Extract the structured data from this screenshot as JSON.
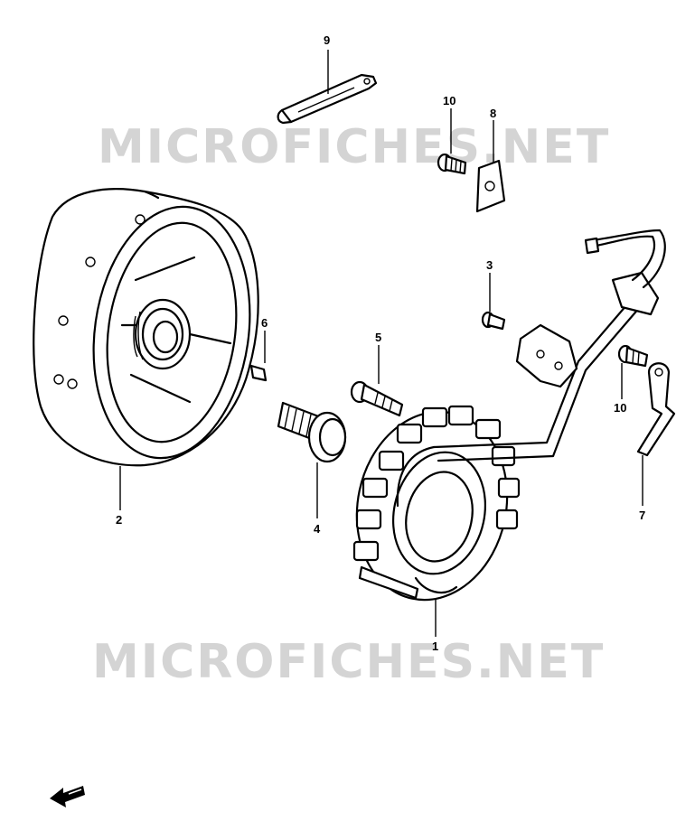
{
  "diagram": {
    "watermark_text": "MICROFICHES.NET",
    "callouts": [
      {
        "id": "1",
        "label": "1"
      },
      {
        "id": "2",
        "label": "2"
      },
      {
        "id": "3",
        "label": "3"
      },
      {
        "id": "4",
        "label": "4"
      },
      {
        "id": "5",
        "label": "5"
      },
      {
        "id": "6",
        "label": "6"
      },
      {
        "id": "7",
        "label": "7"
      },
      {
        "id": "8",
        "label": "8"
      },
      {
        "id": "9",
        "label": "9"
      },
      {
        "id": "10a",
        "label": "10"
      },
      {
        "id": "10b",
        "label": "10"
      }
    ],
    "icons": [
      "direction-arrow-icon"
    ]
  }
}
